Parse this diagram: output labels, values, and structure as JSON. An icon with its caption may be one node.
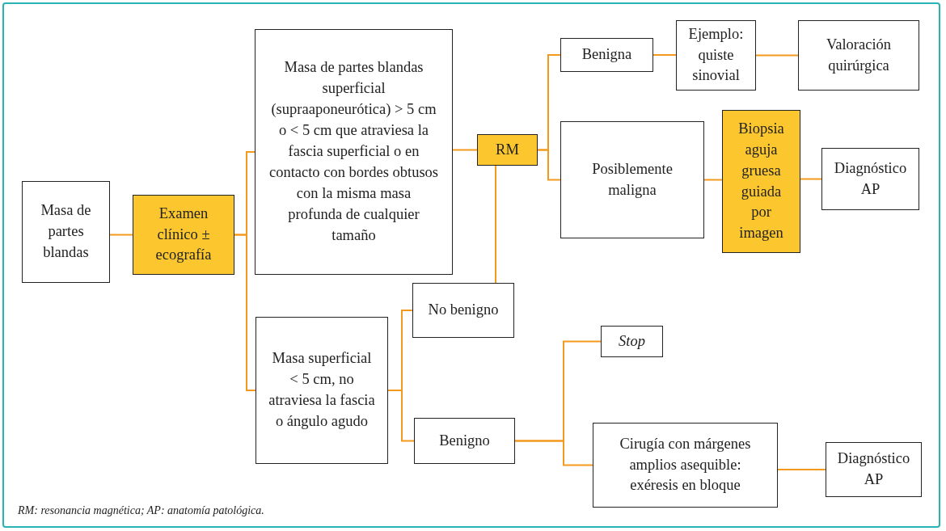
{
  "diagram": {
    "caption": "RM: resonancia magnética; AP: anatomía patológica.",
    "nodes": [
      {
        "text": [
          "Masa de partes blandas"
        ]
      },
      {
        "text": [
          "Examen clínico ± ecografía"
        ]
      },
      {
        "text": [
          "Masa de partes blandas superficial (supraaponeurótica) > 5 cm o < 5 cm que atraviesa la fascia superficial o en contacto con bordes obtusos con la misma masa profunda de cualquier tamaño"
        ]
      },
      {
        "text": [
          "Masa superficial < 5 cm, no atraviesa la fascia o ángulo agudo"
        ]
      },
      {
        "text": [
          "RM"
        ]
      },
      {
        "text": [
          "Benigna"
        ]
      },
      {
        "text": [
          "Ejemplo: quiste sinovial"
        ]
      },
      {
        "text": [
          "Valoración quirúrgica"
        ]
      },
      {
        "text": [
          "Posiblemente maligna"
        ]
      },
      {
        "text": [
          "Biopsia aguja gruesa guiada por imagen"
        ]
      },
      {
        "text": [
          "Diagnóstico AP"
        ]
      },
      {
        "text": [
          "No benigno"
        ]
      },
      {
        "text": [
          "Stop"
        ]
      },
      {
        "text": [
          "Benigno"
        ]
      },
      {
        "text": [
          "Cirugía con márgenes amplios asequible: exéresis en bloque"
        ]
      },
      {
        "text": [
          "Diagnóstico AP"
        ]
      }
    ],
    "edges": [
      {
        "from": 0,
        "to": 1,
        "arrow": "none"
      },
      {
        "from": 1,
        "to": 2,
        "arrow": "none"
      },
      {
        "from": 1,
        "to": 3,
        "arrow": "none"
      },
      {
        "from": 2,
        "to": 4,
        "arrow": "none"
      },
      {
        "from": 4,
        "to": 5,
        "arrow": "none"
      },
      {
        "from": 4,
        "to": 8,
        "arrow": "none"
      },
      {
        "from": 5,
        "to": 6,
        "arrow": "none"
      },
      {
        "from": 6,
        "to": 7,
        "arrow": "none"
      },
      {
        "from": 8,
        "to": 9,
        "arrow": "none"
      },
      {
        "from": 9,
        "to": 10,
        "arrow": "none"
      },
      {
        "from": 3,
        "to": 11,
        "arrow": "none"
      },
      {
        "from": 3,
        "to": 13,
        "arrow": "none"
      },
      {
        "from": 11,
        "to": 4,
        "arrow": "none"
      },
      {
        "from": 13,
        "to": 12,
        "arrow": "none"
      },
      {
        "from": 13,
        "to": 14,
        "arrow": "none"
      },
      {
        "from": 14,
        "to": 15,
        "arrow": "none"
      }
    ]
  }
}
